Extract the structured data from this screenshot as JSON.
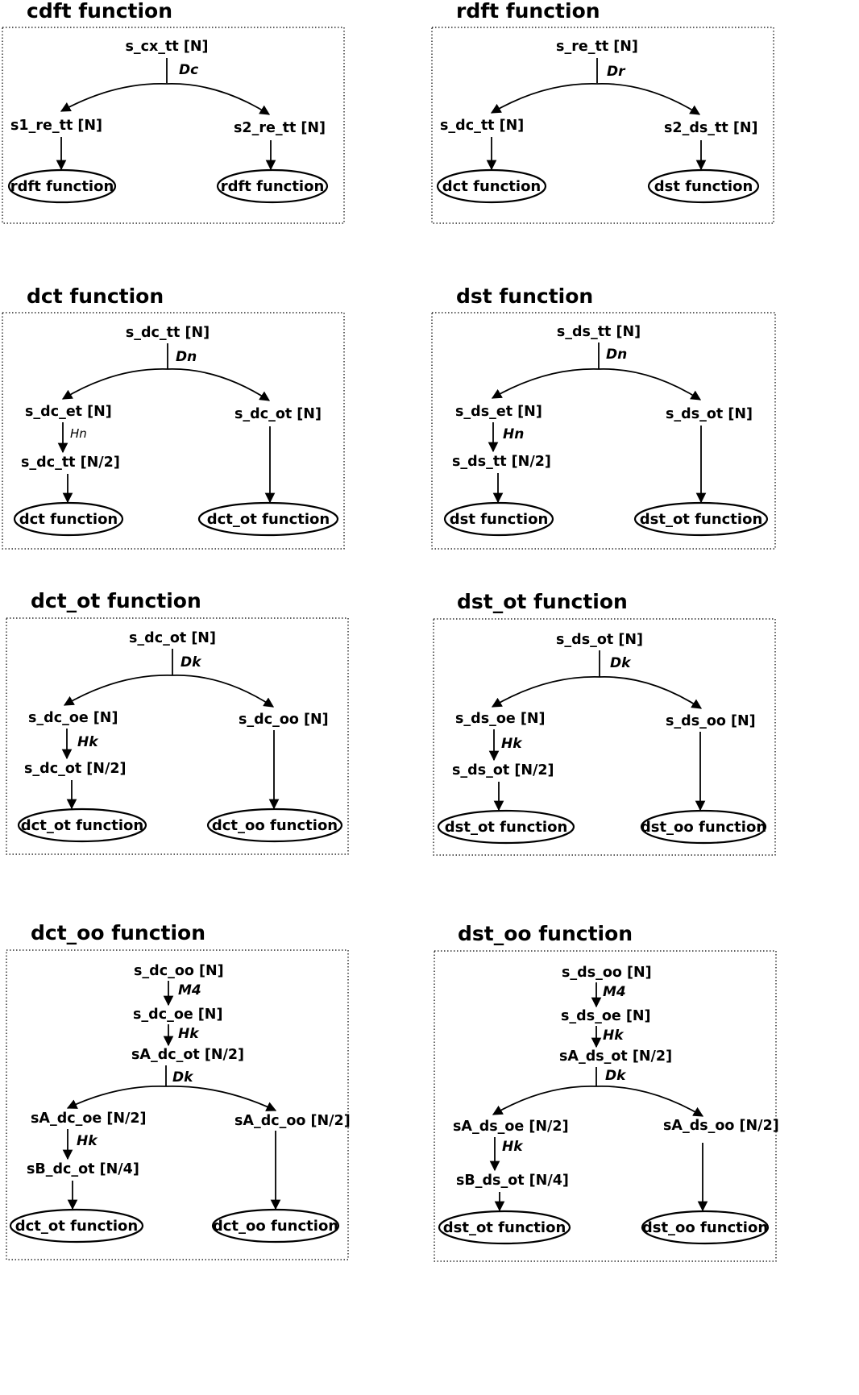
{
  "panels": [
    {
      "id": "cdft",
      "title": "cdft function",
      "top": "s_cx_tt [N]",
      "split_op": "Dc",
      "left": [
        "s1_re_tt [N]"
      ],
      "right": "s2_re_tt [N]",
      "left_ellipse": "rdft function",
      "right_ellipse": "rdft function"
    },
    {
      "id": "rdft",
      "title": "rdft function",
      "top": "s_re_tt [N]",
      "split_op": "Dr",
      "left": [
        "s_dc_tt [N]"
      ],
      "right": "s2_ds_tt [N]",
      "left_ellipse": "dct function",
      "right_ellipse": "dst function"
    },
    {
      "id": "dct",
      "title": "dct function",
      "top": "s_dc_tt [N]",
      "split_op": "Dn",
      "left": [
        "s_dc_et [N]",
        "s_dc_tt [N/2]"
      ],
      "left_ops": [
        "Hn"
      ],
      "right": "s_dc_ot [N]",
      "left_ellipse": "dct function",
      "right_ellipse": "dct_ot function"
    },
    {
      "id": "dst",
      "title": "dst function",
      "top": "s_ds_tt [N]",
      "split_op": "Dn",
      "left": [
        "s_ds_et [N]",
        "s_ds_tt [N/2]"
      ],
      "left_ops": [
        "Hn"
      ],
      "right": "s_ds_ot [N]",
      "left_ellipse": "dst function",
      "right_ellipse": "dst_ot function"
    },
    {
      "id": "dct_ot",
      "title": "dct_ot function",
      "top": "s_dc_ot [N]",
      "split_op": "Dk",
      "left": [
        "s_dc_oe [N]",
        "s_dc_ot [N/2]"
      ],
      "left_ops": [
        "Hk"
      ],
      "right": "s_dc_oo [N]",
      "left_ellipse": "dct_ot function",
      "right_ellipse": "dct_oo function"
    },
    {
      "id": "dst_ot",
      "title": "dst_ot function",
      "top": "s_ds_ot [N]",
      "split_op": "Dk",
      "left": [
        "s_ds_oe [N]",
        "s_ds_ot [N/2]"
      ],
      "left_ops": [
        "Hk"
      ],
      "right": "s_ds_oo [N]",
      "left_ellipse": "dst_ot function",
      "right_ellipse": "dst_oo function"
    },
    {
      "id": "dct_oo",
      "title": "dct_oo function",
      "chain": [
        "s_dc_oo [N]",
        "s_dc_oe [N]",
        "sA_dc_ot [N/2]"
      ],
      "chain_ops": [
        "M4",
        "Hk"
      ],
      "split_op": "Dk",
      "left": [
        "sA_dc_oe [N/2]",
        "sB_dc_ot [N/4]"
      ],
      "left_ops": [
        "Hk"
      ],
      "right": "sA_dc_oo [N/2]",
      "left_ellipse": "dct_ot function",
      "right_ellipse": "dct_oo function"
    },
    {
      "id": "dst_oo",
      "title": "dst_oo function",
      "chain": [
        "s_ds_oo [N]",
        "s_ds_oe [N]",
        "sA_ds_ot [N/2]"
      ],
      "chain_ops": [
        "M4",
        "Hk"
      ],
      "split_op": "Dk",
      "left": [
        "sA_ds_oe [N/2]",
        "sB_ds_ot [N/4]"
      ],
      "left_ops": [
        "Hk"
      ],
      "right": "sA_ds_oo [N/2]",
      "left_ellipse": "dst_ot function",
      "right_ellipse": "dst_oo function"
    }
  ]
}
